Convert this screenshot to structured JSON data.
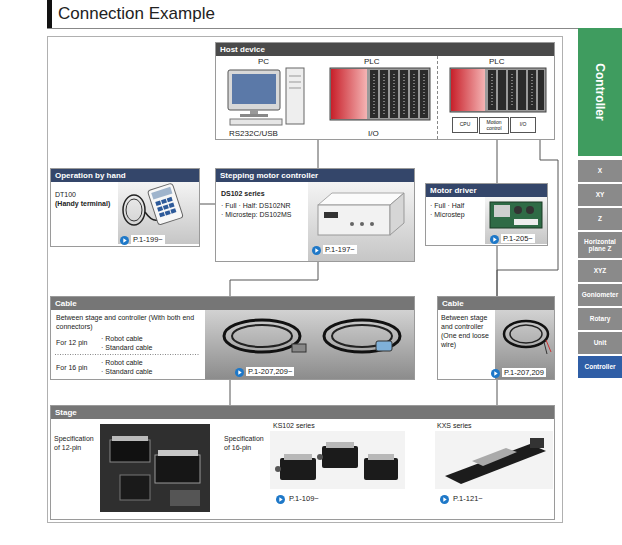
{
  "diagram": {
    "title": "Connection Example",
    "nodes": [
      {
        "text": [
          "Host device"
        ]
      },
      {
        "text": [
          "CPU"
        ],
        "in": 0
      },
      {
        "text": [
          "Motion control"
        ],
        "in": 0
      },
      {
        "text": [
          "I/O"
        ],
        "in": 0
      },
      {
        "text": [
          "Operation by hand",
          "DT100",
          "(Handy terminal)",
          "P.1-199~"
        ]
      },
      {
        "text": [
          "Stepping motor controller",
          "DS102 series",
          "· Full · Half: DS102NR",
          "· Microstep: DS102MS",
          "P.1-197~"
        ]
      },
      {
        "text": [
          "Motor driver",
          "· Full · Half",
          "· Microstep",
          "P.1-205~"
        ]
      },
      {
        "text": [
          "Cable",
          "Between stage and controller (With both end connectors)",
          "For 12 pin",
          "· Robot cable",
          "· Standard cable",
          "For 16 pin",
          "· Robot cable",
          "· Standard cable",
          "P.1-207,209~"
        ]
      },
      {
        "text": [
          "Cable",
          "Between stage and controller (One end loose wire)",
          "P.1-207,209"
        ]
      },
      {
        "text": [
          "Stage",
          "Specification of 12-pin",
          "Specification of 16-pin",
          "KS102 series",
          "P.1-109~",
          "KXS series",
          "P.1-121~"
        ]
      },
      {
        "text": [
          "Controller"
        ]
      },
      {
        "text": [
          "X"
        ]
      },
      {
        "text": [
          "XY"
        ]
      },
      {
        "text": [
          "Z"
        ]
      },
      {
        "text": [
          "Horizontal plane Z"
        ]
      },
      {
        "text": [
          "XYZ"
        ]
      },
      {
        "text": [
          "Goniometer"
        ]
      },
      {
        "text": [
          "Rotary"
        ]
      },
      {
        "text": [
          "Unit"
        ]
      },
      {
        "text": [
          "Controller"
        ]
      }
    ],
    "edges": [
      {
        "from": 0,
        "to": 5,
        "arrow": "none"
      },
      {
        "from": 4,
        "to": 5,
        "arrow": "none"
      },
      {
        "from": 5,
        "to": 7,
        "arrow": "none"
      },
      {
        "from": 0,
        "to": 6,
        "arrow": "none"
      },
      {
        "from": 6,
        "to": 8,
        "arrow": "none"
      },
      {
        "from": 0,
        "to": 8,
        "arrow": "none"
      },
      {
        "from": 7,
        "to": 9,
        "arrow": "none"
      },
      {
        "from": 8,
        "to": 9,
        "arrow": "none"
      }
    ],
    "labels": [
      "PC",
      "PLC",
      "PLC",
      "RS232C/USB",
      "I/O"
    ]
  }
}
